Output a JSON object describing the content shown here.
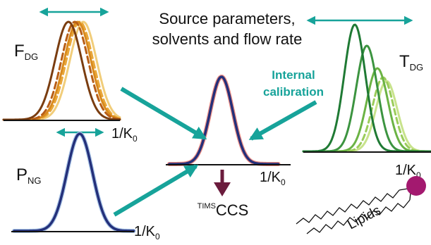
{
  "title": {
    "line1": "Source parameters,",
    "line2": "solvents and flow rate"
  },
  "panels": {
    "fdg": {
      "label": "F",
      "subscript": "DG",
      "axis_label": "1/K",
      "axis_sub": "0"
    },
    "png": {
      "label": "P",
      "subscript": "NG",
      "axis_label": "1/K",
      "axis_sub": "0"
    },
    "tdg": {
      "label": "T",
      "subscript": "DG",
      "axis_label": "1/K",
      "axis_sub": "0"
    },
    "center": {
      "axis_label": "1/K",
      "axis_sub": "0"
    }
  },
  "internal_calibration": {
    "line1": "Internal",
    "line2": "calibration"
  },
  "result": {
    "superscript": "TIMS",
    "label": "CCS"
  },
  "lipids": {
    "label": "Lipids"
  },
  "colors": {
    "teal": "#17a39a",
    "navy": "#24307a",
    "light_blue": "#a9c4e6",
    "salmon": "#ec8d84",
    "maroon": "#6b1c3d",
    "magenta": "#a3196f",
    "oranges": [
      "#7a3d10",
      "#b85e16",
      "#d98a1c",
      "#e8a73a",
      "#f1cd7a"
    ],
    "greens": [
      "#1f7a34",
      "#3c9440",
      "#6bb344",
      "#9bcc5a",
      "#c8e38c"
    ]
  }
}
